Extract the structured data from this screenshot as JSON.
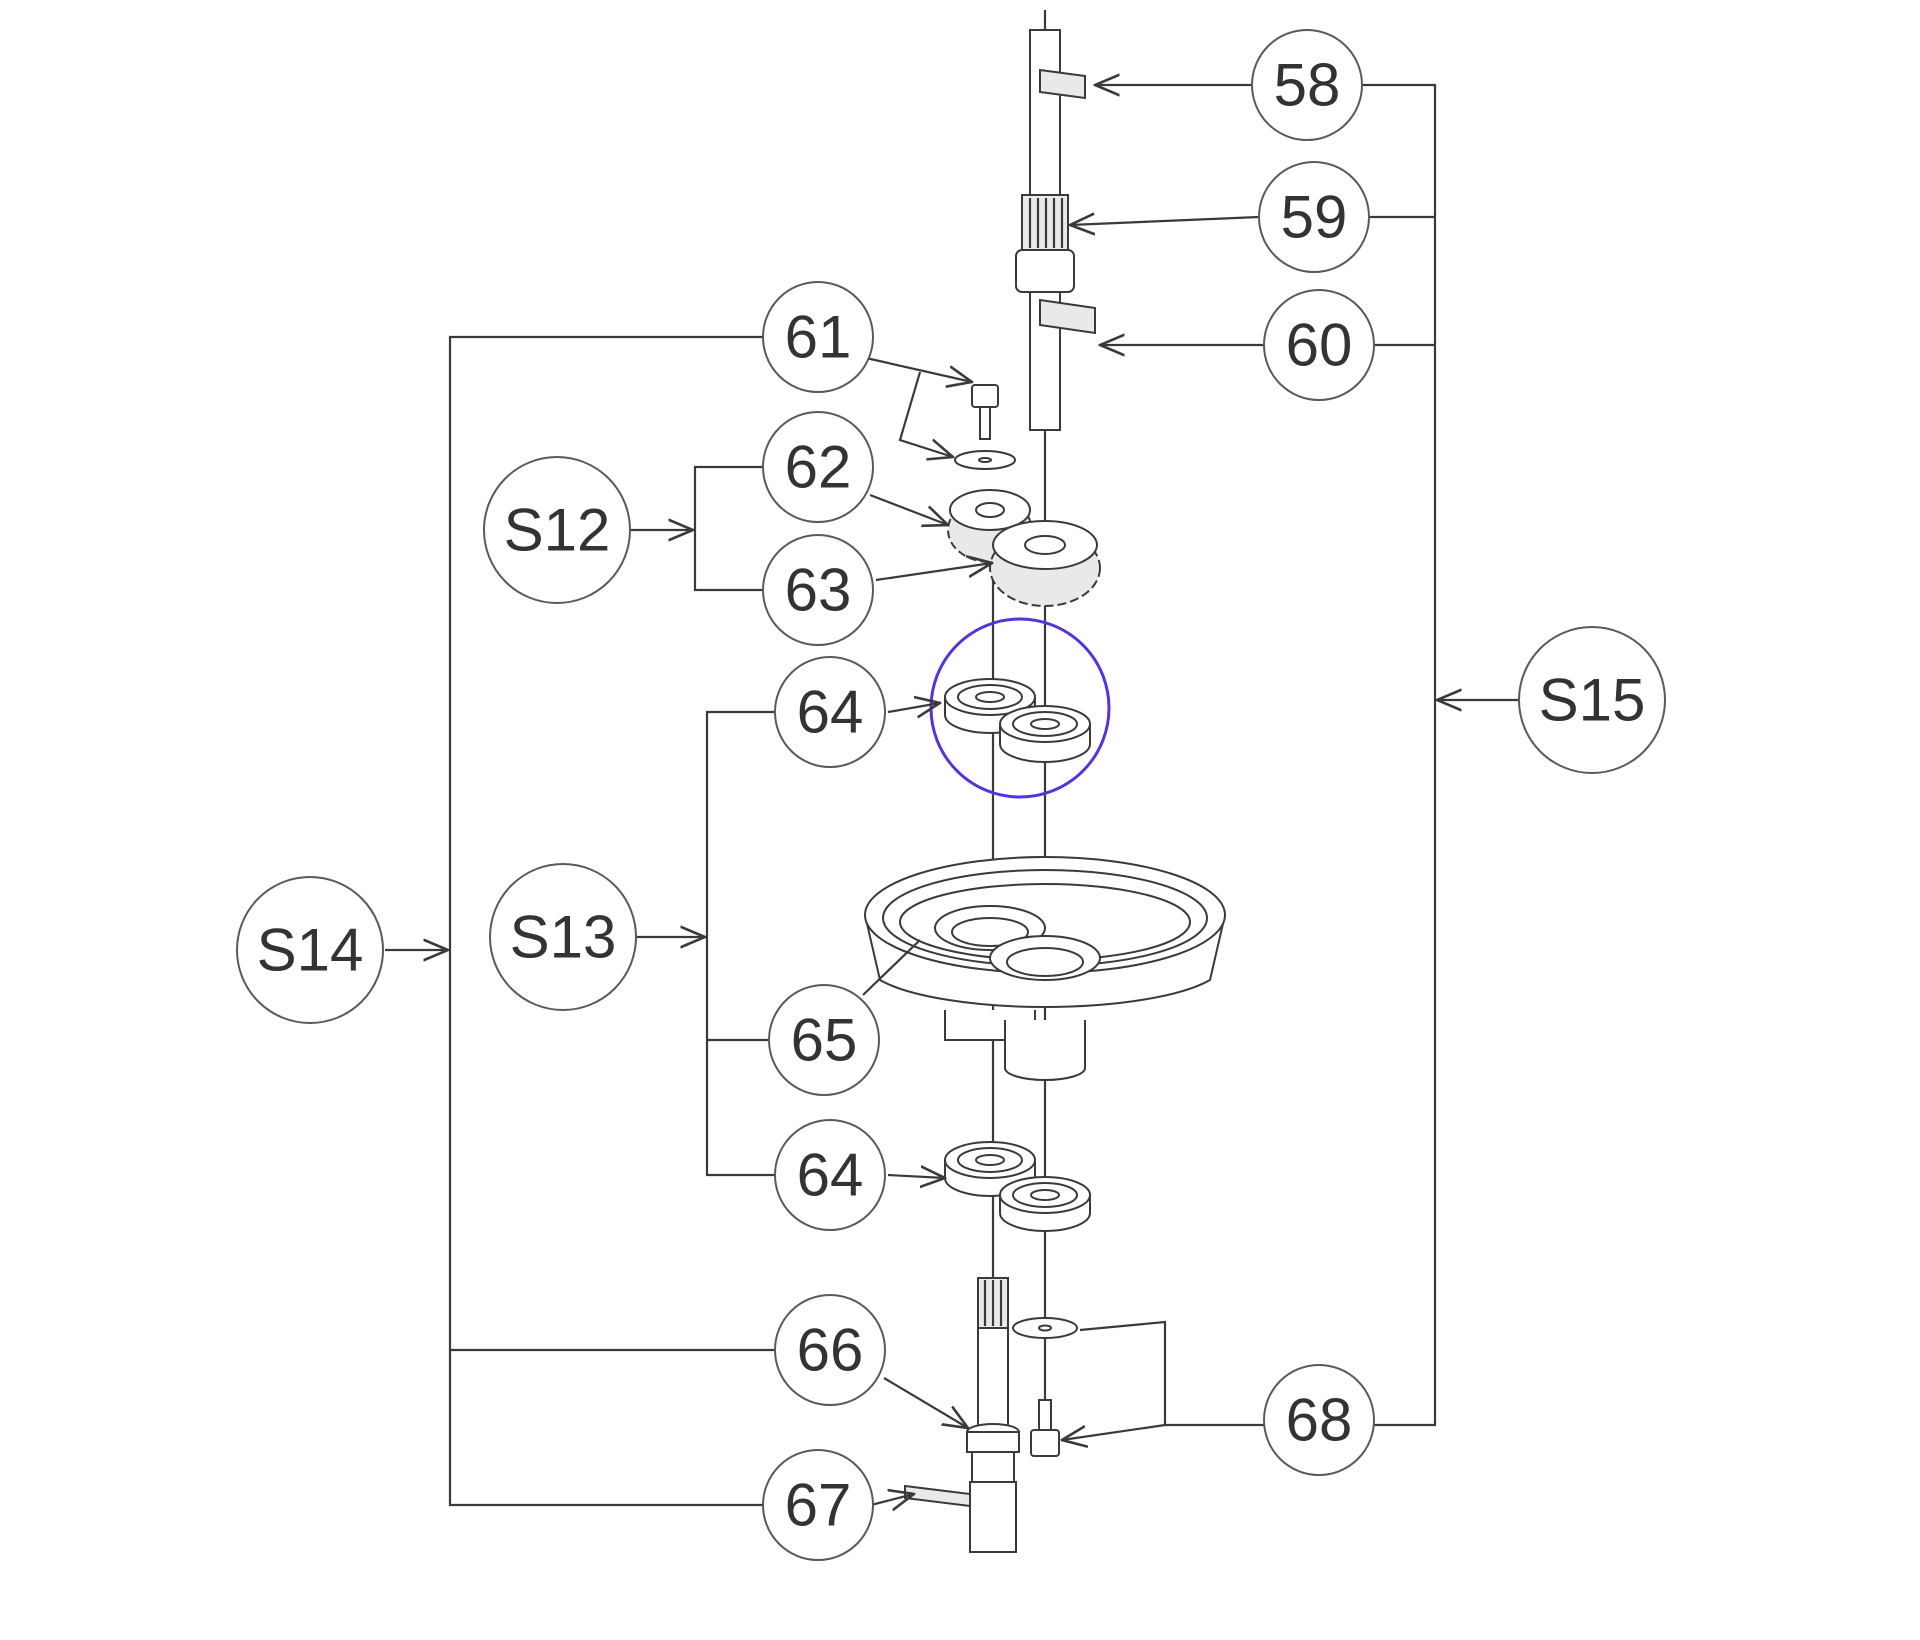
{
  "labels": {
    "l58": "58",
    "l59": "59",
    "l60": "60",
    "l61": "61",
    "l62": "62",
    "l63": "63",
    "l64a": "64",
    "l64b": "64",
    "l65": "65",
    "l66": "66",
    "l67": "67",
    "l68": "68",
    "s12": "S12",
    "s13": "S13",
    "s14": "S14",
    "s15": "S15"
  },
  "colors": {
    "highlight": "#5533dd",
    "line": "#3a3a3a"
  }
}
